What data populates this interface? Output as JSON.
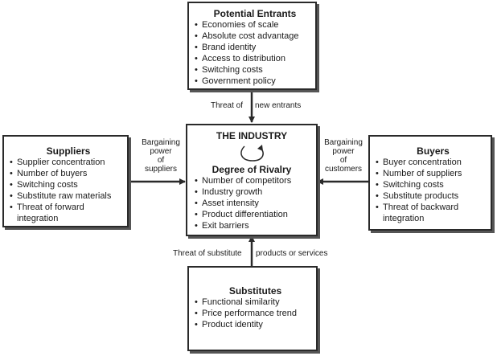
{
  "entrants": {
    "title": "Potential Entrants",
    "items": [
      "Economies of scale",
      "Absolute cost advantage",
      "Brand identity",
      "Access to distribution",
      "Switching costs",
      "Government policy"
    ]
  },
  "entrants_flow": {
    "left": "Threat of",
    "right": "new entrants"
  },
  "suppliers": {
    "title": "Suppliers",
    "items": [
      "Supplier concentration",
      "Number of buyers",
      "Switching costs",
      "Substitute raw materials",
      "Threat of forward",
      "integration"
    ]
  },
  "suppliers_flow": {
    "line1": "Bargaining",
    "line2": "power",
    "line3": "of",
    "line4": "suppliers"
  },
  "industry": {
    "title": "THE INDUSTRY",
    "subtitle": "Degree of Rivalry",
    "items": [
      "Number of competitors",
      "Industry growth",
      "Asset intensity",
      "Product differentiation",
      "Exit barriers"
    ]
  },
  "buyers_flow": {
    "line1": "Bargaining",
    "line2": "power",
    "line3": "of",
    "line4": "customers"
  },
  "buyers": {
    "title": "Buyers",
    "items": [
      "Buyer concentration",
      "Number of suppliers",
      "Switching costs",
      "Substitute products",
      "Threat of backward",
      "integration"
    ]
  },
  "substitutes_flow": {
    "left": "Threat of substitute",
    "right": "products or services"
  },
  "substitutes": {
    "title": "Substitutes",
    "items": [
      "Functional similarity",
      "Price performance trend",
      "Product identity"
    ]
  }
}
